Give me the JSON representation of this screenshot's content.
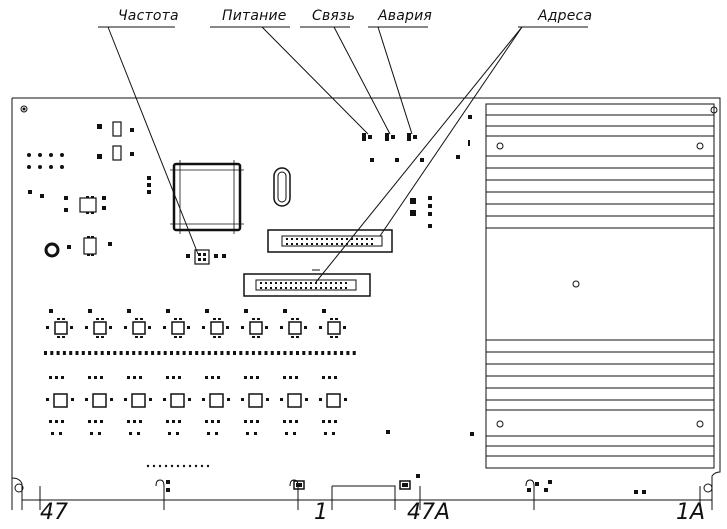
{
  "callouts": {
    "frequency": "Частота",
    "power": "Питание",
    "link": "Связь",
    "alarm": "Авария",
    "addresses": "Адреса"
  },
  "edge_labels": {
    "left": "47",
    "middle_left": "1",
    "middle_right": "47А",
    "right": "1А"
  }
}
